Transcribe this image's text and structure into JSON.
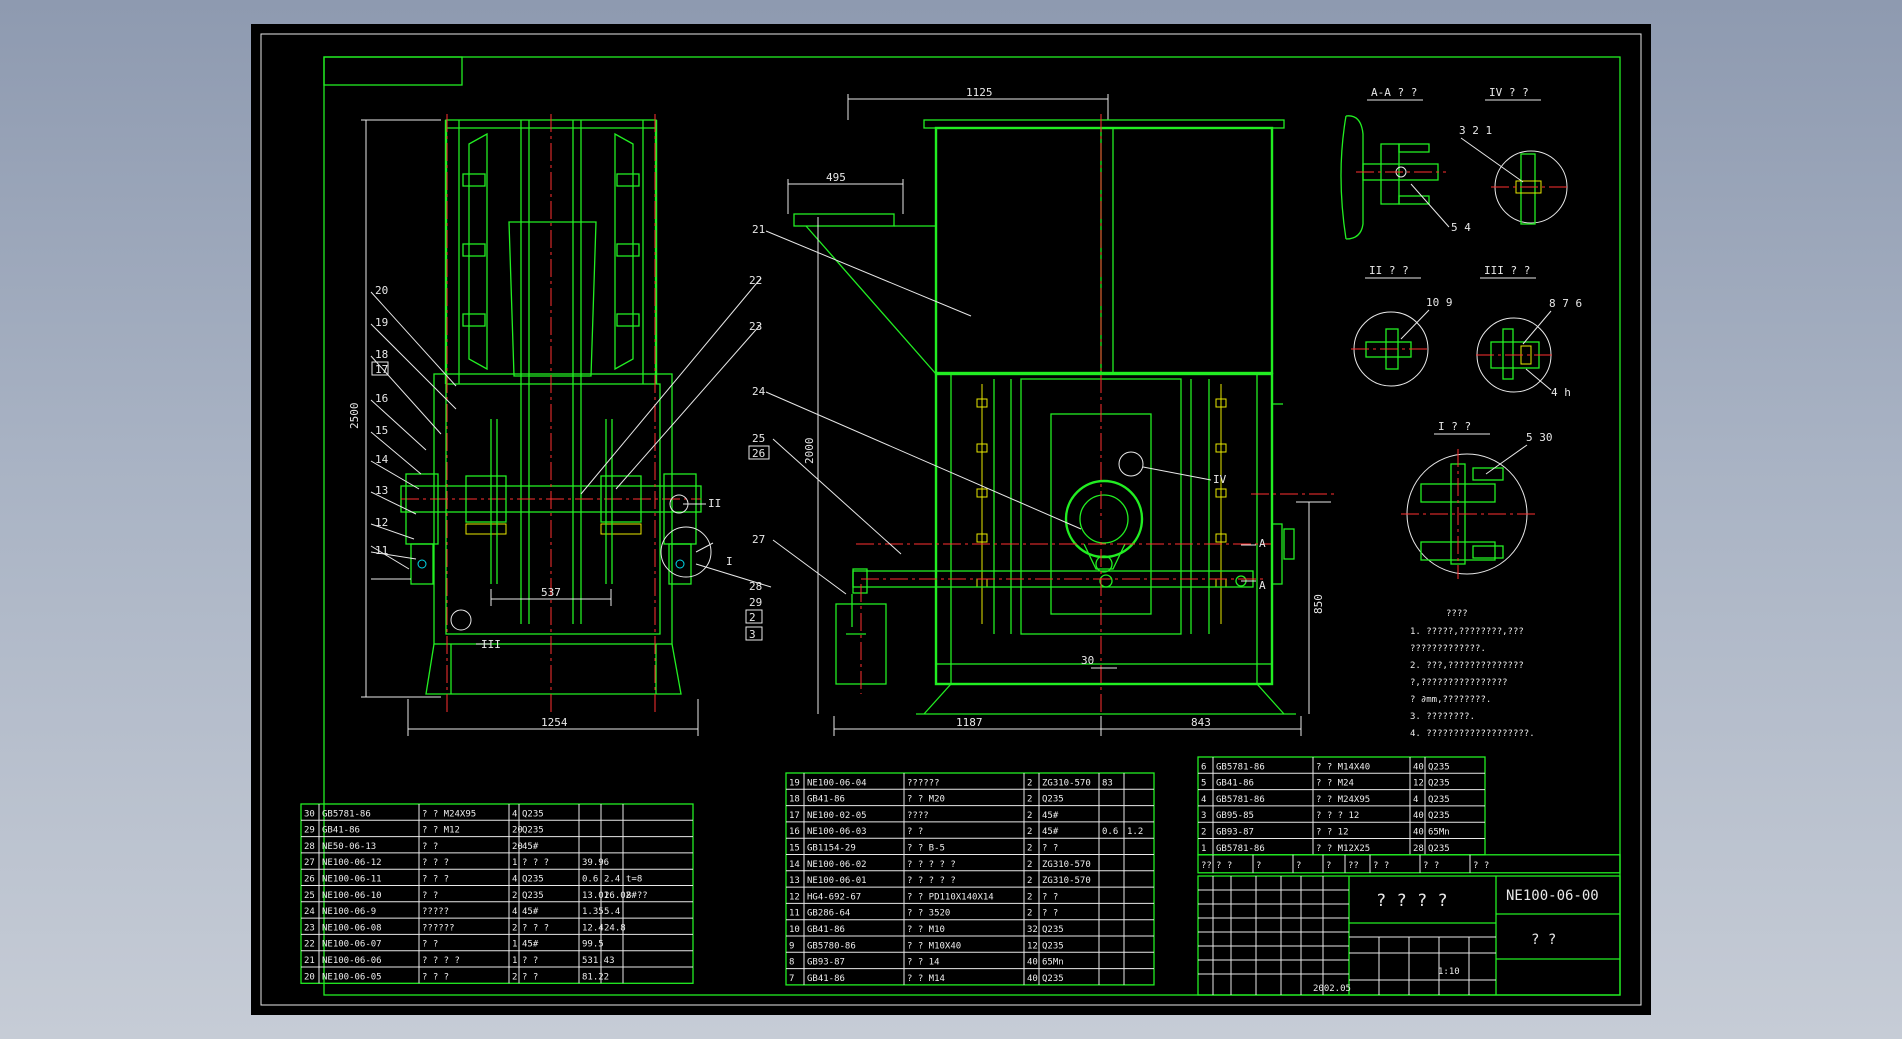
{
  "dimensions": {
    "left_height": "2500",
    "left_shaft": "537",
    "left_width": "1254",
    "top_width": "1125",
    "hopper_width": "495",
    "mid_height": "2000",
    "right_height": "850",
    "offset": "30",
    "base_left": "1187",
    "base_right": "843"
  },
  "callouts_left": [
    "20",
    "19",
    "18",
    "17",
    "16",
    "15",
    "14",
    "13",
    "12",
    "11",
    "22",
    "23",
    "28",
    "29",
    "2",
    "3",
    "I",
    "II",
    "III"
  ],
  "callouts_mid": [
    "21",
    "24",
    "25",
    "26",
    "27",
    "IV",
    "A",
    "A"
  ],
  "details": {
    "aa": "A-A ? ?",
    "iv": "IV ? ?",
    "ii": "II  ? ?",
    "iii": "III ? ?",
    "i": "I  ? ?",
    "aa_parts": "3 2 1",
    "aa_parts2": "5 4",
    "ii_parts": "10 9",
    "iii_parts": "8 7 6",
    "iii_parts2": "4 h",
    "i_parts": "5 30"
  },
  "notes": [
    "????",
    "1. ?????,????????,???",
    "   ?????????????.",
    "2. ???,??????????????",
    "   ?,????????????????",
    "   ? ∂mm,????????.",
    "3. ????????.",
    "4. ???????????????????."
  ],
  "bom_left": [
    [
      "30",
      "GB5781-86",
      "?   ?    M24X95",
      "4",
      "Q235",
      "",
      "",
      ""
    ],
    [
      "29",
      "GB41-86",
      "?   ?      M12",
      "20",
      "Q235",
      "",
      "",
      ""
    ],
    [
      "28",
      "NE50-06-13",
      "?   ?",
      "20",
      "45#",
      "",
      "",
      ""
    ],
    [
      "27",
      "NE100-06-12",
      "?  ?  ?",
      "1",
      "?  ?  ?",
      "39.96",
      "",
      ""
    ],
    [
      "26",
      "NE100-06-11",
      "? ? ?",
      "4",
      "Q235",
      "0.6",
      "2.4",
      "t=8"
    ],
    [
      "25",
      "NE100-06-10",
      "?   ?",
      "2",
      "Q235",
      "13.01",
      "26.02",
      "8#??"
    ],
    [
      "24",
      "NE100-06-9",
      "?????",
      "4",
      "45#",
      "1.35",
      "5.4",
      ""
    ],
    [
      "23",
      "NE100-06-08",
      "??????",
      "2",
      "?  ?  ?",
      "12.4",
      "24.8",
      ""
    ],
    [
      "22",
      "NE100-06-07",
      "?   ?",
      "1",
      "45#",
      "99.5",
      "",
      ""
    ],
    [
      "21",
      "NE100-06-06",
      "? ? ?  ?",
      "1",
      "?   ?",
      "531.43",
      "",
      ""
    ],
    [
      "20",
      "NE100-06-05",
      "?  ?  ?",
      "2",
      "?   ?",
      "81.22",
      "",
      ""
    ]
  ],
  "bom_mid": [
    [
      "19",
      "NE100-06-04",
      "??????",
      "2",
      "ZG310-570",
      "83",
      ""
    ],
    [
      "18",
      "GB41-86",
      "?   ?       M20",
      "2",
      "Q235",
      "",
      ""
    ],
    [
      "17",
      "NE100-02-05",
      "????",
      "2",
      "45#",
      "",
      ""
    ],
    [
      "16",
      "NE100-06-03",
      "?   ?",
      "2",
      "45#",
      "0.6",
      "1.2"
    ],
    [
      "15",
      "GB1154-29",
      "?   ?        B-5",
      "2",
      "?   ?",
      "",
      ""
    ],
    [
      "14",
      "NE100-06-02",
      "? ? ? ? ?",
      "2",
      "ZG310-570",
      "",
      ""
    ],
    [
      "13",
      "NE100-06-01",
      "? ? ? ? ?",
      "2",
      "ZG310-570",
      "",
      ""
    ],
    [
      "12",
      "HG4-692-67",
      "?   ?  PD110X140X14",
      "2",
      "?   ?",
      "",
      ""
    ],
    [
      "11",
      "GB286-64",
      "?   ?      3520",
      "2",
      "?   ?",
      "",
      ""
    ],
    [
      "10",
      "GB41-86",
      "?   ?      M10",
      "32",
      "Q235",
      "",
      ""
    ],
    [
      "9",
      "GB5780-86",
      "?   ?   M10X40",
      "12",
      "Q235",
      "",
      ""
    ],
    [
      "8",
      "GB93-87",
      "?   ?      14",
      "40",
      "65Mn",
      "",
      ""
    ],
    [
      "7",
      "GB41-86",
      "?   ?      M14",
      "40",
      "Q235",
      "",
      ""
    ]
  ],
  "bom_right": [
    [
      "6",
      "GB5781-86",
      "?   ?   M14X40",
      "40",
      "Q235"
    ],
    [
      "5",
      "GB41-86",
      "?   ?   M24",
      "12",
      "Q235"
    ],
    [
      "4",
      "GB5781-86",
      "?   ?   M24X95",
      "4",
      "Q235"
    ],
    [
      "3",
      "GB95-85",
      "? ? ?   12",
      "40",
      "Q235"
    ],
    [
      "2",
      "GB93-87",
      "?   ?   12",
      "40",
      "65Mn"
    ],
    [
      "1",
      "GB5781-86",
      "?   ?   M12X25",
      "28",
      "Q235"
    ]
  ],
  "bom_right_header": [
    "??",
    "?     ?",
    "?",
    "?",
    "?",
    "??",
    "?     ?",
    "?   ?",
    "?   ?"
  ],
  "title_block": {
    "name": "? ? ? ?",
    "drawing_no": "NE100-06-00",
    "unit": "?   ?",
    "scale": "1:10",
    "date": "2002.05"
  }
}
